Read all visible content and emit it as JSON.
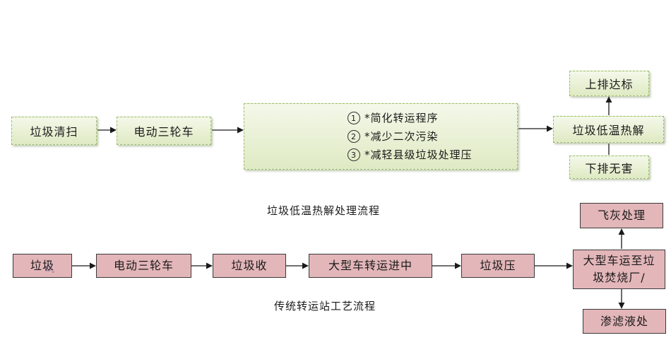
{
  "flow1": {
    "nodes": {
      "sweep": "垃圾清扫",
      "tricycle": "电动三轮车",
      "benefits": [
        {
          "num": "1",
          "text": "*简化转运程序"
        },
        {
          "num": "2",
          "text": "*减少二次污染"
        },
        {
          "num": "3",
          "text": "*减轻县级垃圾处理压"
        }
      ],
      "pyrolysis": "垃圾低温热解",
      "upper_exhaust": "上排达标",
      "lower_exhaust": "下排无害"
    },
    "caption": "垃圾低温热解处理流程"
  },
  "flow2": {
    "nodes": {
      "garbage": "垃圾",
      "tricycle": "电动三轮车",
      "collect": "垃圾收",
      "truck_transfer": "大型车转运进中",
      "compress": "垃圾压",
      "truck_incinerate": "大型车运至垃圾焚烧厂/",
      "fly_ash": "飞灰处理",
      "leachate": "渗滤液处"
    },
    "caption": "传统转运站工艺流程"
  },
  "colors": {
    "green_fill": "#dfeac3",
    "green_border": "#9cbf6a",
    "pink_fill": "#e3b6b9",
    "arrow": "#1a1a1a"
  }
}
